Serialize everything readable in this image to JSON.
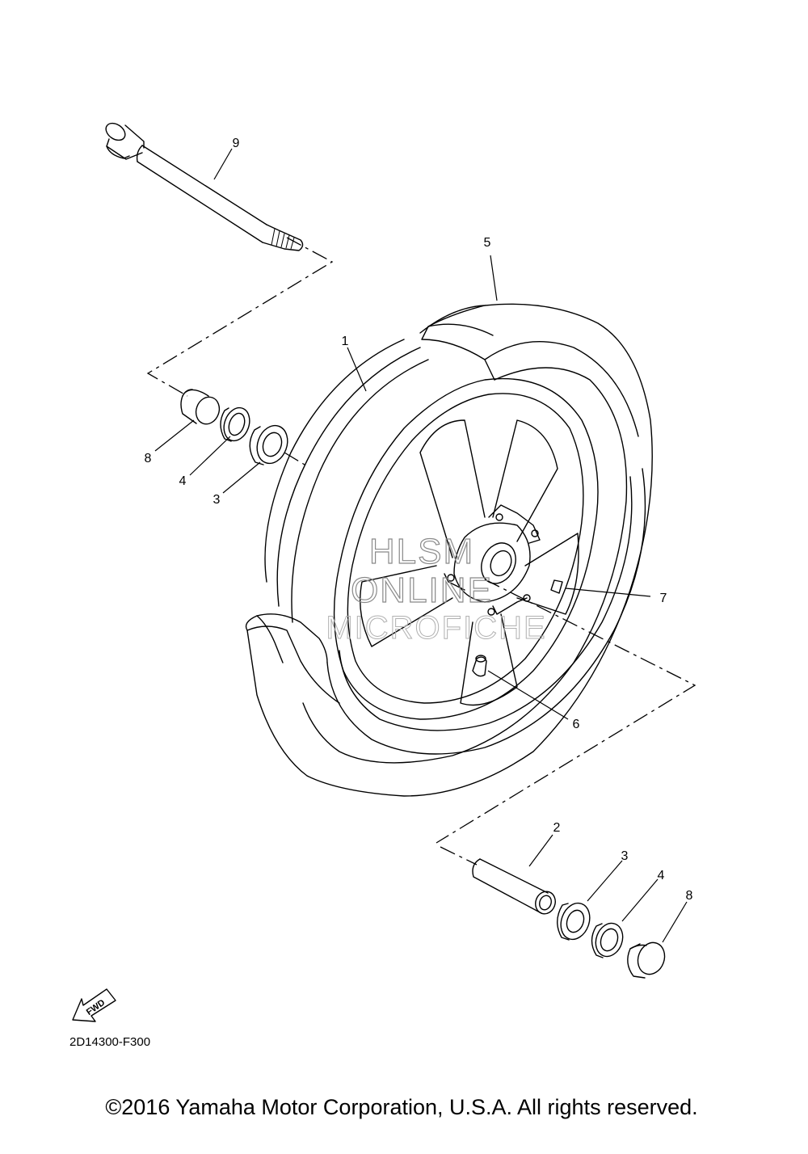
{
  "diagram": {
    "callouts": [
      {
        "id": "9",
        "label": "9"
      },
      {
        "id": "5",
        "label": "5"
      },
      {
        "id": "1",
        "label": "1"
      },
      {
        "id": "8a",
        "label": "8"
      },
      {
        "id": "4a",
        "label": "4"
      },
      {
        "id": "3a",
        "label": "3"
      },
      {
        "id": "7",
        "label": "7"
      },
      {
        "id": "6",
        "label": "6"
      },
      {
        "id": "2",
        "label": "2"
      },
      {
        "id": "3b",
        "label": "3"
      },
      {
        "id": "4b",
        "label": "4"
      },
      {
        "id": "8b",
        "label": "8"
      }
    ],
    "fwd_label": "FWD",
    "diagram_code": "2D14300-F300",
    "watermark": [
      "HLSM",
      "ONLINE",
      "MICROFICHE"
    ]
  },
  "footer": {
    "copyright": "©2016 Yamaha Motor Corporation, U.S.A. All rights reserved."
  }
}
